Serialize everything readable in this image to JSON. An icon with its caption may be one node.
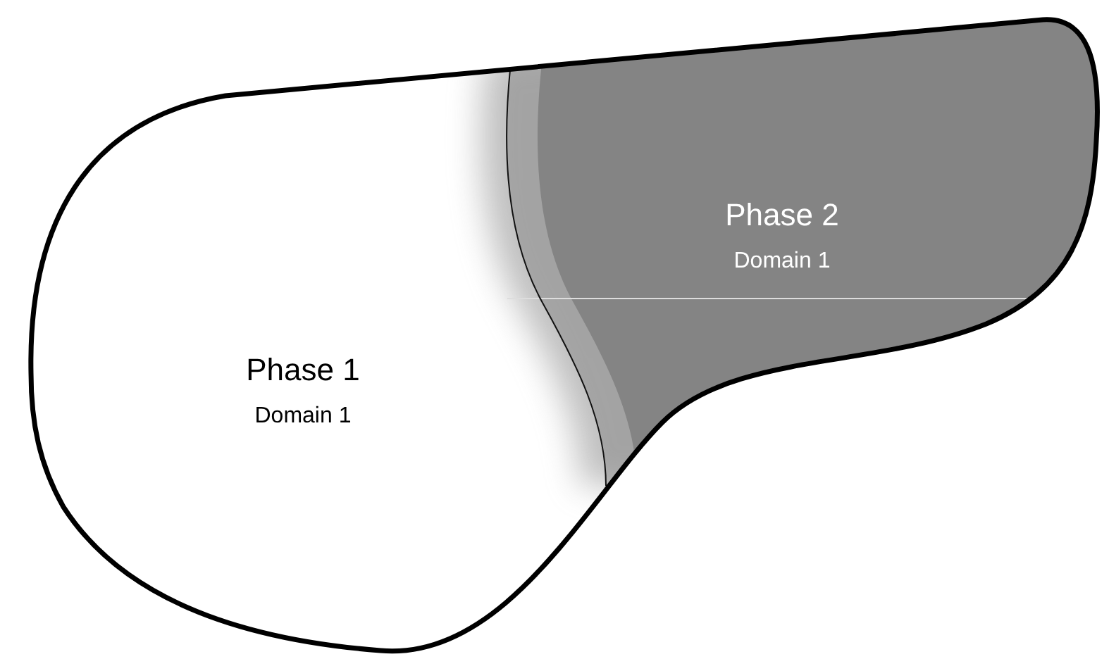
{
  "diagram": {
    "nodes": [
      {
        "text": [
          "Phase 1",
          "Domain 1"
        ]
      },
      {
        "text": [
          "Phase 2",
          "Domain 1"
        ]
      }
    ]
  }
}
